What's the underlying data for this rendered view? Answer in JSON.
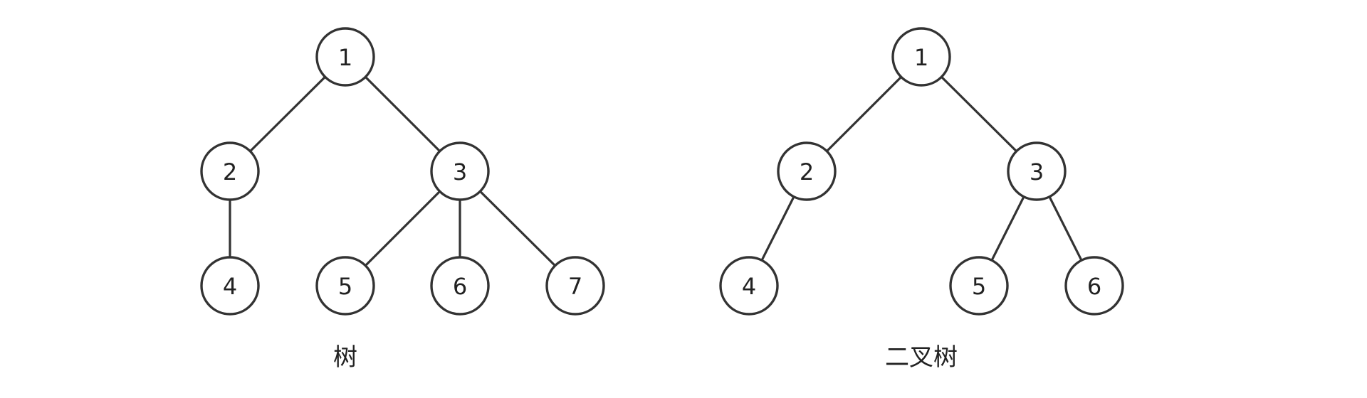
{
  "diagrams": [
    {
      "caption": "树",
      "nodes": [
        {
          "id": "t1",
          "label": "1"
        },
        {
          "id": "t2",
          "label": "2"
        },
        {
          "id": "t3",
          "label": "3"
        },
        {
          "id": "t4",
          "label": "4"
        },
        {
          "id": "t5",
          "label": "5"
        },
        {
          "id": "t6",
          "label": "6"
        },
        {
          "id": "t7",
          "label": "7"
        }
      ],
      "edges": [
        [
          "t1",
          "t2"
        ],
        [
          "t1",
          "t3"
        ],
        [
          "t2",
          "t4"
        ],
        [
          "t3",
          "t5"
        ],
        [
          "t3",
          "t6"
        ],
        [
          "t3",
          "t7"
        ]
      ]
    },
    {
      "caption": "二叉树",
      "nodes": [
        {
          "id": "b1",
          "label": "1"
        },
        {
          "id": "b2",
          "label": "2"
        },
        {
          "id": "b3",
          "label": "3"
        },
        {
          "id": "b4",
          "label": "4"
        },
        {
          "id": "b5",
          "label": "5"
        },
        {
          "id": "b6",
          "label": "6"
        }
      ],
      "edges": [
        [
          "b1",
          "b2"
        ],
        [
          "b1",
          "b3"
        ],
        [
          "b2",
          "b4"
        ],
        [
          "b3",
          "b5"
        ],
        [
          "b3",
          "b6"
        ]
      ]
    }
  ]
}
